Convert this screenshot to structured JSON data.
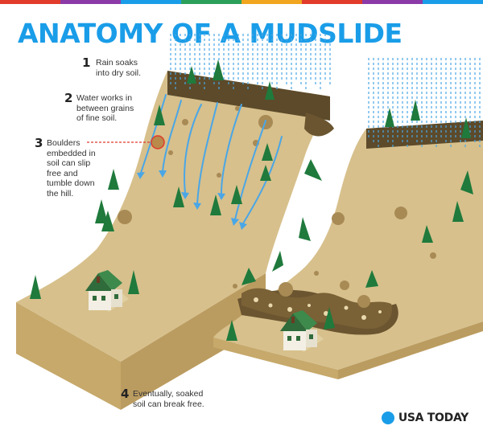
{
  "title": "ANATOMY OF A MUDSLIDE",
  "steps": [
    {
      "number": "1",
      "text": "Rain soaks\ninto dry soil."
    },
    {
      "number": "2",
      "text": "Water works in\nbetween grains\nof fine soil."
    },
    {
      "number": "3",
      "text": "Boulders\nembedded in\nsoil can slip\nfree and\ntumble down\nthe hill."
    },
    {
      "number": "4",
      "text": "Eventually, soaked\nsoil can break free."
    }
  ],
  "brand": {
    "name": "USA TODAY",
    "logo_color": "#1a9de8"
  },
  "colors": {
    "title": "#1a9de8",
    "soil_top": "#d7c08c",
    "soil_side": "#c6a96b",
    "soil_dark": "#5c4a2a",
    "rain": "#4aa6e6",
    "trees": "#1f7a3c",
    "boulder_marker": "#e03b2b",
    "top_bar": [
      "#e03b2b",
      "#8b3aa8",
      "#1a9de8",
      "#2ca05a",
      "#f2a51f",
      "#e03b2b",
      "#8b3aa8",
      "#1a9de8"
    ]
  },
  "icons": [
    "rain-streaks",
    "pine-tree-icon",
    "house-icon",
    "boulder-marker-icon"
  ]
}
